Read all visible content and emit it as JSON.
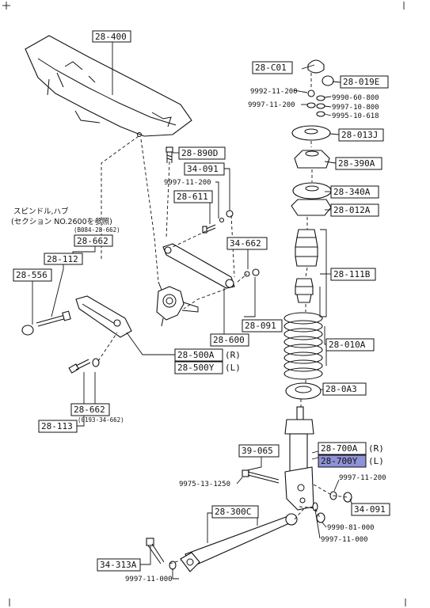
{
  "labels": {
    "c1": "28-400",
    "c2": "28-C01",
    "c3": "28-019E",
    "c4": "9992-11-200",
    "c5": "9990-60-800",
    "c6": "9997-11-200",
    "c7": "9997-10-800",
    "c8": "9995-10-618",
    "c9": "28-013J",
    "c10": "28-890D",
    "c11": "28-390A",
    "c12": "34-091",
    "c13": "9997-11-200",
    "c14": "28-340A",
    "c15": "28-611",
    "c16": "28-012A",
    "c17": "28-662",
    "c18": "(B084-28-662)",
    "c19": "34-662",
    "c20": "28-112",
    "c21": "28-111B",
    "c22": "28-556",
    "c23": "28-091",
    "c24": "28-600",
    "c25": "28-010A",
    "c26": "28-500A",
    "c27": "(R)",
    "c28": "28-500Y",
    "c29": "(L)",
    "c30": "28-0A3",
    "c31": "28-662",
    "c32": "(0193-34-662)",
    "c33": "28-113",
    "c34": "28-700A",
    "c35": "(R)",
    "c36": "39-065",
    "c37": "28-700Y",
    "c38": "(L)",
    "c39": "9975-13-1250",
    "c40": "9997-11-200",
    "c41": "34-091",
    "c42": "28-300C",
    "c43": "9990-81-000",
    "c44": "9997-11-000",
    "c45": "34-313A",
    "c46": "9997-11-000"
  },
  "note": {
    "line1": "スピンドル,ハブ",
    "line2": "(セクション NO.2600を参照)"
  },
  "colors": {
    "highlight": "#8e92d6",
    "ink": "#111111"
  }
}
